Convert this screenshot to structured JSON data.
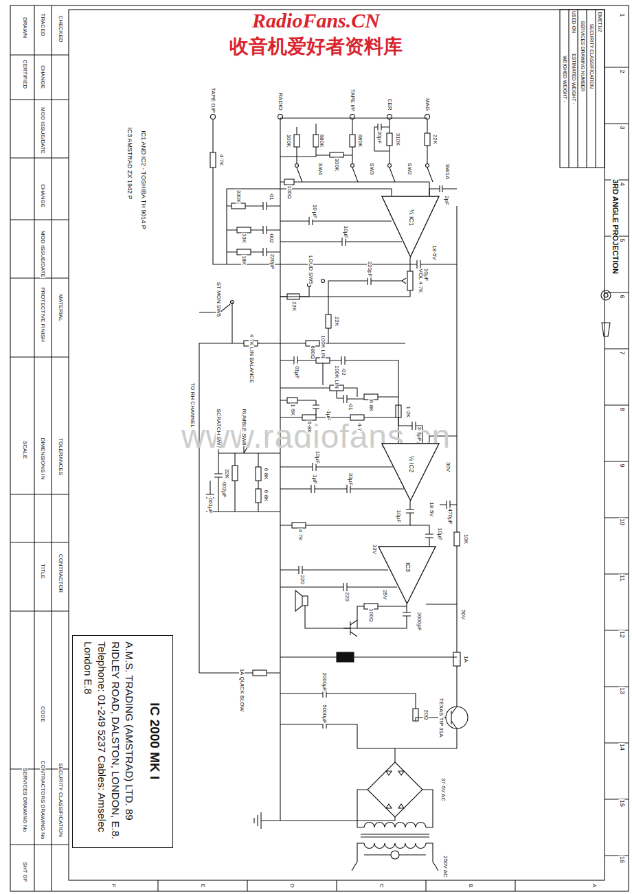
{
  "diagram": {
    "nodes": [
      {
        "text": [
          "IC 2000 MK I",
          "A.M.S. TRADING (AMSTRAD) LTD. 89 RIDLEY ROAD, DALSTON, LONDON, E.8. Telephone: 01-249 5237 Cables: Amselec London E.8"
        ]
      },
      {
        "text": [
          "½ IC1"
        ]
      },
      {
        "text": [
          "½ IC2"
        ]
      },
      {
        "text": [
          "IC3"
        ]
      }
    ],
    "labels": [
      "RadioFans.CN",
      "收音机爱好者资料库",
      "www.radiofans.cn",
      "CHECKED",
      "TRACED",
      "DRAWN",
      "CHANGE",
      "CERTIFIED",
      "MOD ISSUE/DATE",
      "CHANGE",
      "MOD ISSUE/DATE",
      "MATERIAL",
      "PROTECTIVE FINISH",
      "TOLERANCES",
      "DIMENSIONS IN",
      "SCALE",
      "CONTRACTOR",
      "TITLE",
      "CODE",
      "SECURITY CLASSIFICATION",
      "CONTRACTORS DRAWING No",
      "SERVICES DRAWING No",
      "SHT OF",
      "EMET1/2",
      "SECURITY CLASSIFICATION",
      "SERVICES DRAWING NUMBER",
      "USED ON",
      "ESTIMATED WEIGHT -",
      "WEIGHED WEIGHT -",
      "3RD ANGLE PROJECTION",
      "TAPE O/P",
      "RADIO",
      "TAPE I/P",
      "CER",
      "MAG",
      "4·7K",
      "100K",
      "680K",
      "100K",
      "680K",
      "20pF",
      "310K",
      "22K",
      "SW4",
      "SW3",
      "SW2",
      "SW1A",
      "100Ω",
      "IC1 AND IC2 - TOSHIBA TH 9014 P",
      "IC3 AMSTRAD ZX 1942 P",
      "330K",
      "·01",
      "·002",
      "33K",
      "18K",
      "220pF",
      "10 µF",
      "2pF",
      "10µF",
      "18·5V",
      "10µF",
      "VOL 4·7K",
      "LOUD SW5",
      "22K",
      "220pF",
      "22K",
      "ST MON SW6",
      "680Ω",
      "4·7K LIN BALANCE",
      "·01µF",
      "·02",
      "100K LIN",
      "100K LIN",
      "1·5K",
      "6·8K",
      "·01",
      "·1µF",
      "6·8K",
      "4·7",
      "1·2K",
      "3·3µF",
      "TO RH CHANNEL",
      "SCRATCH SW7",
      "RUMBLE SW8",
      "22K",
      "6·8K",
      "6·8K",
      "·002µF",
      "·001µF",
      "10µF",
      "1µF",
      "33µF",
      "30V",
      "18·5V",
      "10µF",
      "470µF",
      "4·7K",
      "10K",
      "10µF",
      "33V",
      "220",
      "220",
      "25V",
      "100Ω",
      "2000pF",
      "50V",
      "1A",
      "1A QUICK BLOW",
      "TEXAS TIP 31A",
      "2000µF",
      "20Ω",
      "5000µF",
      "37·5V AC",
      "250V AC",
      "1",
      "2",
      "3",
      "4",
      "5",
      "6",
      "7",
      "8",
      "9",
      "10",
      "11",
      "12",
      "13",
      "14",
      "15",
      "16",
      "A",
      "B",
      "C",
      "D",
      "E",
      "F"
    ]
  }
}
